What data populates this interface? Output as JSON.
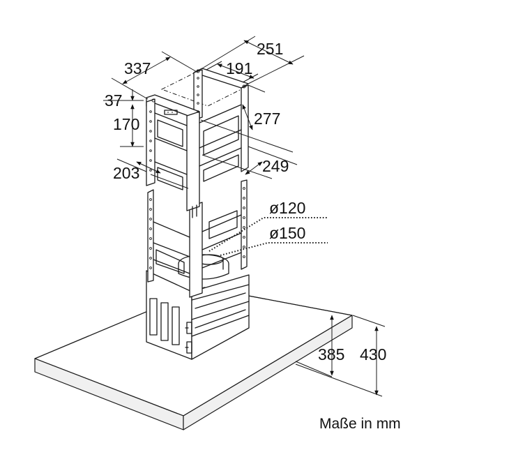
{
  "dimensions": {
    "d251": "251",
    "d191": "191",
    "d337": "337",
    "d37": "37",
    "d170": "170",
    "d277": "277",
    "d249": "249",
    "d203": "203",
    "d120": "ø120",
    "d150": "ø150",
    "d385": "385",
    "d430": "430"
  },
  "caption": "Maße in mm"
}
